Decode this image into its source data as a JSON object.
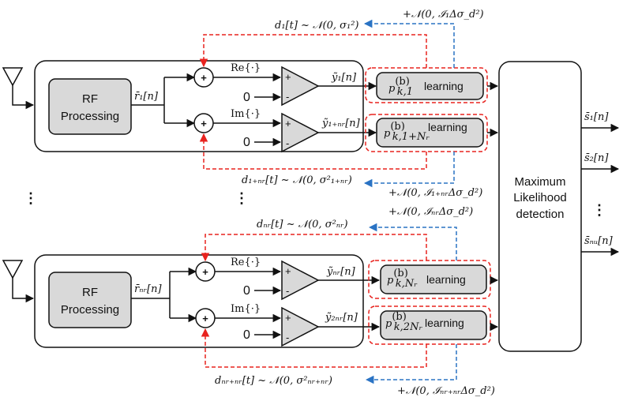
{
  "branch1": {
    "rf_line1": "RF",
    "rf_line2": "Processing",
    "rbar": "r̄₁[n]",
    "op_re": "Re{·}",
    "op_im": "Im{·}",
    "zero_top": "0",
    "zero_bottom": "0",
    "ytilde_top": "ỹ₁[n]",
    "ytilde_bottom": "ỹ₁₊ₙᵣ[n]",
    "p_top_main": "p",
    "p_top_sup": "(b)",
    "p_top_sub": "k,1",
    "p_bottom_main": "p",
    "p_bottom_sup": "(b)",
    "p_bottom_sub": "k,1+Nᵣ",
    "learning": "learning",
    "noise_top": "d₁[t] ~ 𝒩(0, σ₁²)",
    "noise_bottom": "d₁₊ₙᵣ[t] ~ 𝒩(0, σ²₁₊ₙᵣ)",
    "blue_top": "+𝒩(0, ℐ₁Δσ_d²)",
    "blue_bottom": "+𝒩(0, ℐ₁₊ₙᵣΔσ_d²)"
  },
  "branch2": {
    "rf_line1": "RF",
    "rf_line2": "Processing",
    "rbar": "r̄ₙᵣ[n]",
    "op_re": "Re{·}",
    "op_im": "Im{·}",
    "zero_top": "0",
    "zero_bottom": "0",
    "ytilde_top": "ỹₙᵣ[n]",
    "ytilde_bottom": "ỹ₂ₙᵣ[n]",
    "p_top_main": "p",
    "p_top_sup": "(b)",
    "p_top_sub": "k,Nᵣ",
    "p_bottom_main": "p",
    "p_bottom_sup": "(b)",
    "p_bottom_sub": "k,2Nᵣ",
    "learning": "learning",
    "noise_top": "dₙᵣ[t] ~ 𝒩(0, σ²ₙᵣ)",
    "noise_bottom": "dₙᵣ₊ₙᵣ[t] ~ 𝒩(0, σ²ₙᵣ₊ₙᵣ)",
    "blue_top": "+𝒩(0, ℐₙᵣΔσ_d²)",
    "blue_bottom": "+𝒩(0, ℐₙᵣ₊ₙᵣΔσ_d²)"
  },
  "comparator": {
    "plus": "+",
    "minus": "-",
    "sum_sign": "+"
  },
  "detector": {
    "line1": "Maximum",
    "line2": "Likelihood",
    "line3": "detection"
  },
  "outputs": [
    "s̄₁[n]",
    "s̄₂[n]",
    "s̄ₙᵤ[n]"
  ],
  "ellipsis": "⋮",
  "colors": {
    "noise_red": "#e8231f",
    "noise_blue": "#2a73c4",
    "block_fill": "#d9d9d9"
  }
}
